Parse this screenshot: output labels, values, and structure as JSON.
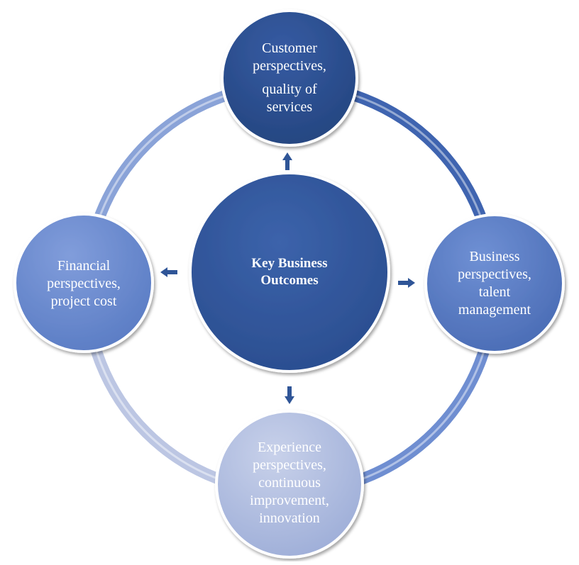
{
  "diagram": {
    "center": {
      "lines": [
        "Key Business",
        "Outcomes"
      ],
      "color": "#2f5597"
    },
    "nodes": {
      "top": {
        "lines": [
          "Customer",
          "perspectives,",
          "quality of",
          "services"
        ],
        "color": "#2f5597"
      },
      "right": {
        "lines": [
          "Business",
          "perspectives,",
          "talent",
          "management"
        ],
        "color": "#5b7ec6"
      },
      "bottom": {
        "lines": [
          "Experience",
          "perspectives,",
          "continuous",
          "improvement,",
          "innovation"
        ],
        "color": "#b4c0e0"
      },
      "left": {
        "lines": [
          "Financial",
          "perspectives,",
          "project cost"
        ],
        "color": "#6d8dcf"
      }
    },
    "ring_colors": [
      "#3f64b0",
      "#7f9bd6",
      "#bcc6e3",
      "#8aa3d8"
    ],
    "arrow_color": "#2f5597",
    "arrows": [
      "up",
      "right",
      "down",
      "left"
    ]
  }
}
